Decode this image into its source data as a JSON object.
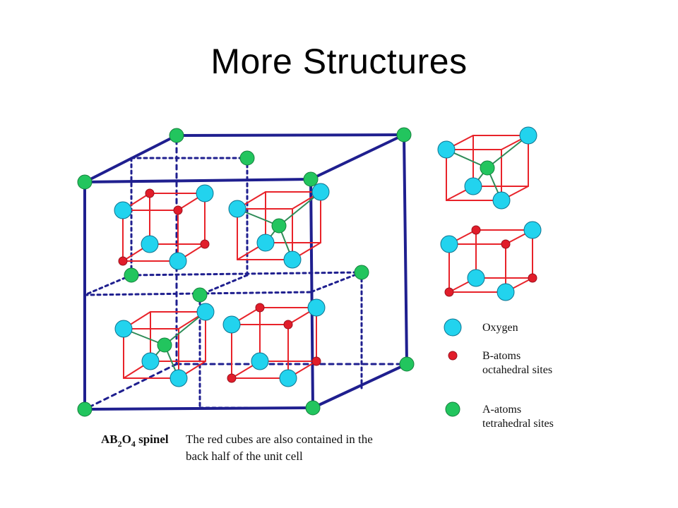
{
  "slide": {
    "title": "More Structures"
  },
  "colors": {
    "background": "#ffffff",
    "unit_cell_frame": "#1f1f8f",
    "sub_cube": "#e8232a",
    "oxygen": "#22d3ee",
    "b_atom": "#e11d2a",
    "a_atom": "#22c55e",
    "bond": "#2e8b57"
  },
  "legend": {
    "items": [
      {
        "kind": "oxygen",
        "icon": "cyan-circle-icon",
        "lines": [
          "Oxygen"
        ]
      },
      {
        "kind": "b_atom",
        "icon": "red-dot-icon",
        "lines": [
          "B-atoms",
          "octahedral sites"
        ]
      },
      {
        "kind": "a_atom",
        "icon": "green-dot-icon",
        "lines": [
          "A-atoms",
          "tetrahedral sites"
        ]
      }
    ]
  },
  "caption": {
    "formula_parts": [
      "AB",
      "2",
      "O",
      "4",
      " spinel"
    ],
    "line1": "The red cubes are also contained in the",
    "line2": "back half of the unit cell"
  }
}
